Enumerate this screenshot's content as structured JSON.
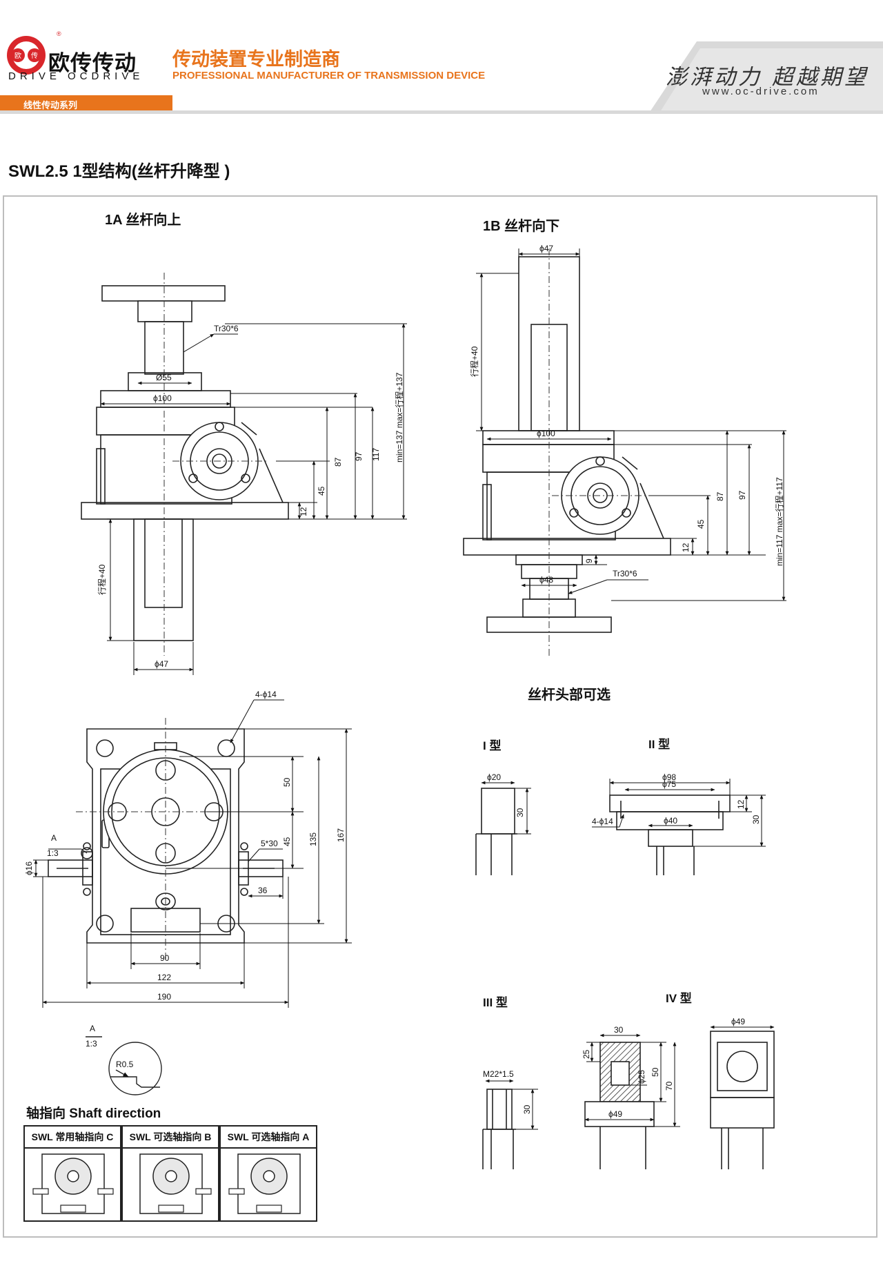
{
  "header": {
    "logo_badge_left": "欧",
    "logo_badge_right": "传",
    "logo_registered": "®",
    "logo_cn": "欧传传动",
    "logo_en": "DRIVE OCDRIVE",
    "tagline_cn": "传动装置专业制造商",
    "tagline_en": "PROFESSIONAL MANUFACTURER OF TRANSMISSION DEVICE",
    "slogan": "澎湃动力 超越期望",
    "website": "www.oc-drive.com",
    "series": "线性传动系列",
    "accent_color": "#e8741c"
  },
  "page_title": "SWL2.5 1型结构(丝杆升降型 )",
  "view_1a": {
    "title": "1A 丝杆向上",
    "dims": {
      "thread": "Tr30*6",
      "d55": "Ø55",
      "d100": "ϕ100",
      "h87": "87",
      "h97": "97",
      "h117": "117",
      "hmax": "min=137 max=行程+137",
      "h45": "45",
      "h12": "12",
      "stroke": "行程+40",
      "d47": "ϕ47"
    }
  },
  "view_1b": {
    "title": "1B 丝杆向下",
    "dims": {
      "d47": "ϕ47",
      "stroke": "行程+40",
      "d100": "ϕ100",
      "h87": "87",
      "h97": "97",
      "hmax": "min=117 max=行程+117",
      "h45": "45",
      "h12": "12",
      "h9": "9",
      "d48": "ϕ48",
      "thread": "Tr30*6"
    }
  },
  "plan_view": {
    "dims": {
      "holes": "4-ϕ14",
      "h50": "50",
      "h135": "135",
      "h167": "167",
      "h45": "45",
      "key": "5*30",
      "detail_ref": "A",
      "detail_scale": "1:3",
      "d16": "ϕ16",
      "w36": "36",
      "w90": "90",
      "w122": "122",
      "w190": "190"
    }
  },
  "detail_a": {
    "ref": "A",
    "scale": "1:3",
    "radius": "R0.5"
  },
  "heads": {
    "title": "丝杆头部可选",
    "type1": {
      "title": "I 型",
      "d": "ϕ20",
      "h": "30"
    },
    "type2": {
      "title": "II 型",
      "d98": "ϕ98",
      "d75": "ϕ75",
      "d40": "ϕ40",
      "holes": "4-ϕ14",
      "h12": "12",
      "h30": "30"
    },
    "type3": {
      "title": "III 型",
      "thread": "M22*1.5",
      "h": "30"
    },
    "type4": {
      "title": "IV 型",
      "w30": "30",
      "h25": "25",
      "d25": "ϕ25",
      "h50": "50",
      "h70": "70",
      "d49a": "ϕ49",
      "d49b": "ϕ49"
    }
  },
  "shaft_direction": {
    "title": "轴指向  Shaft direction",
    "options": [
      {
        "label": "SWL 常用轴指向 C"
      },
      {
        "label": "SWL 可选轴指向 B"
      },
      {
        "label": "SWL 可选轴指向 A"
      }
    ]
  }
}
